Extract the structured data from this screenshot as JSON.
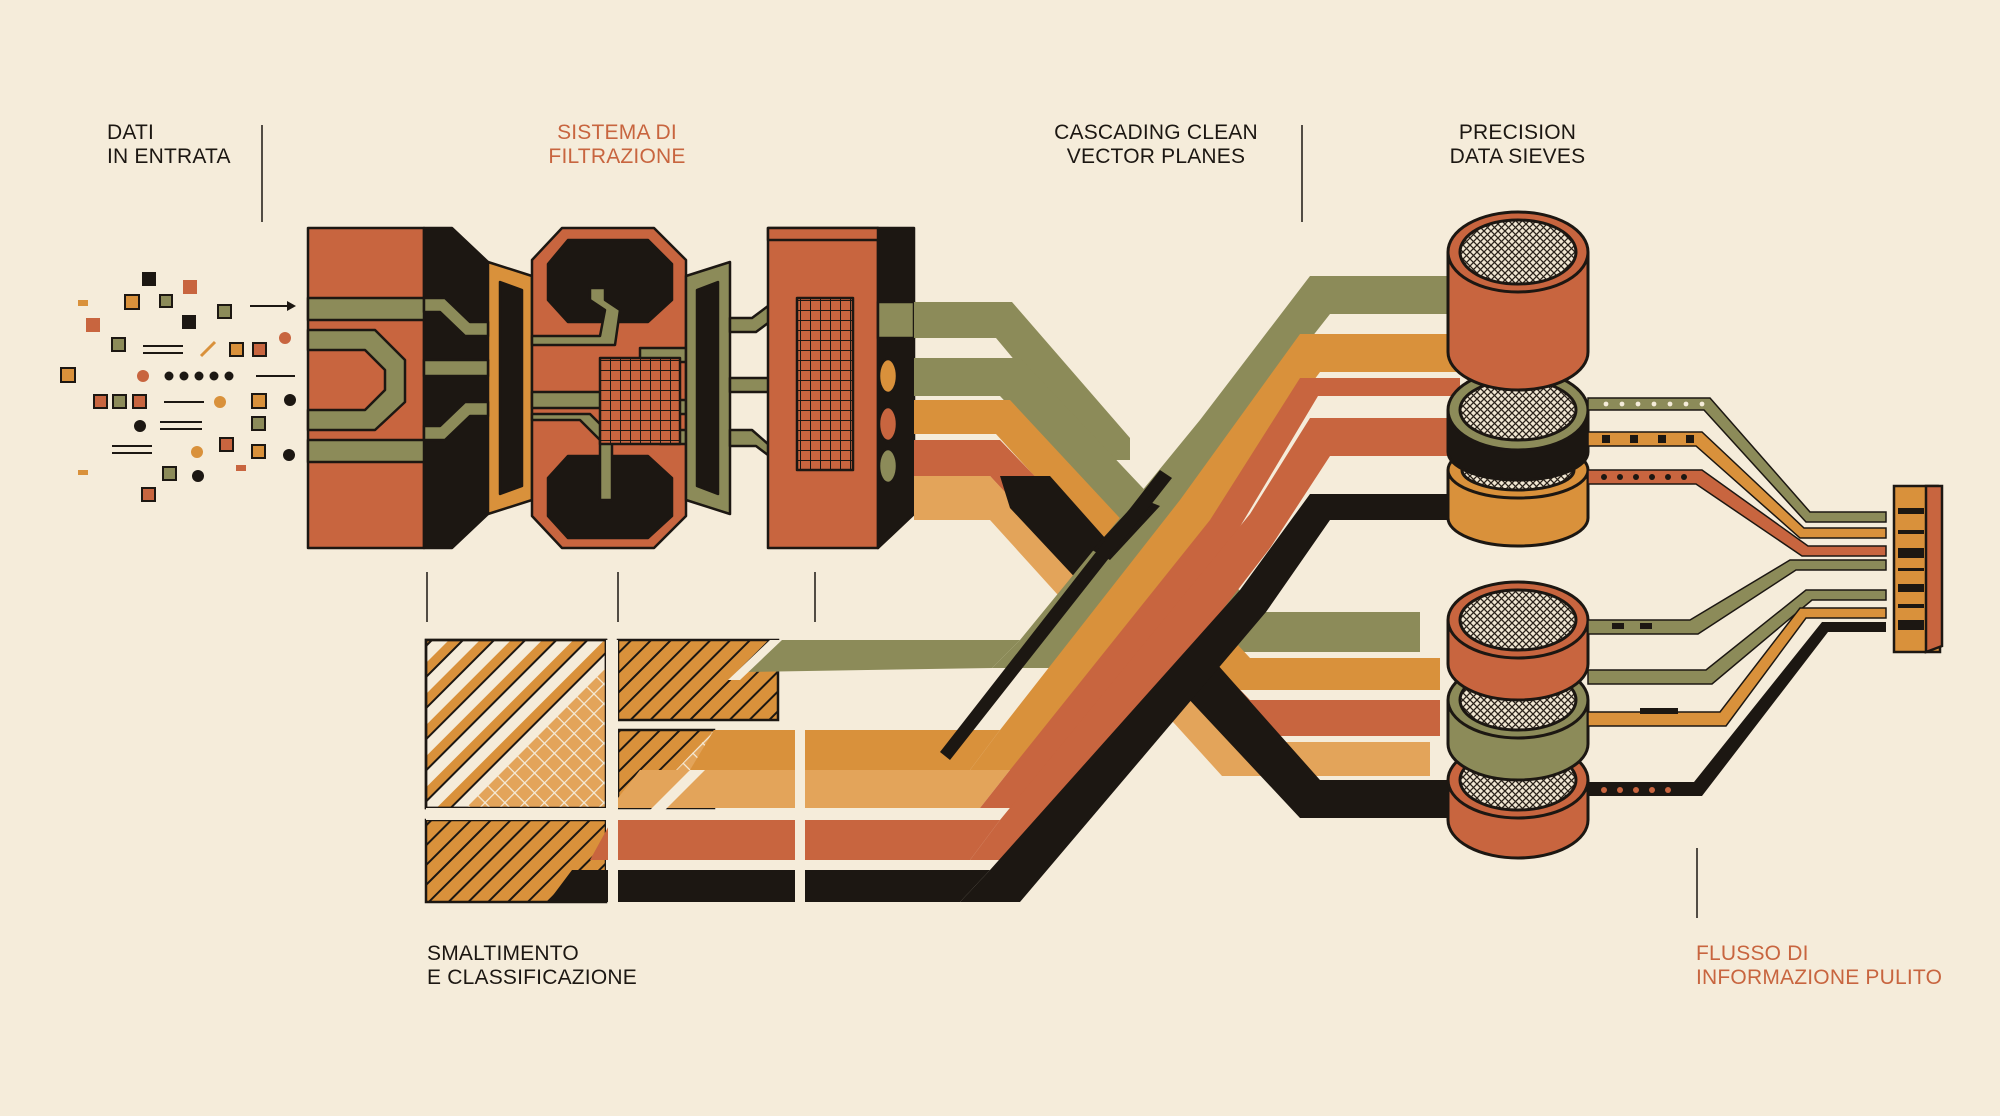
{
  "labels": {
    "input": {
      "line1": "DATI",
      "line2": "IN ENTRATA"
    },
    "filter": {
      "line1": "SISTEMA DI",
      "line2": "FILTRAZIONE"
    },
    "planes": {
      "line1": "CASCADING CLEAN",
      "line2": "VECTOR PLANES"
    },
    "sieves": {
      "line1": "PRECISION",
      "line2": "DATA SIEVES"
    },
    "disposal": {
      "line1": "SMALTIMENTO",
      "line2": "E CLASSIFICAZIONE"
    },
    "output": {
      "line1": "FLUSSO DI",
      "line2": "INFORMAZIONE PULITO"
    }
  },
  "colors": {
    "background": "#f5ecda",
    "ink": "#1c1712",
    "rust": "#c8653f",
    "olive": "#8c8b59",
    "ochre": "#d9913b",
    "accent_text": "#c8653f"
  },
  "icons": {
    "input_arrow": "arrow-right-icon",
    "sieve": "mesh-sieve-icon",
    "filter_core": "grid-chip-icon",
    "output_block": "barcode-block-icon"
  }
}
